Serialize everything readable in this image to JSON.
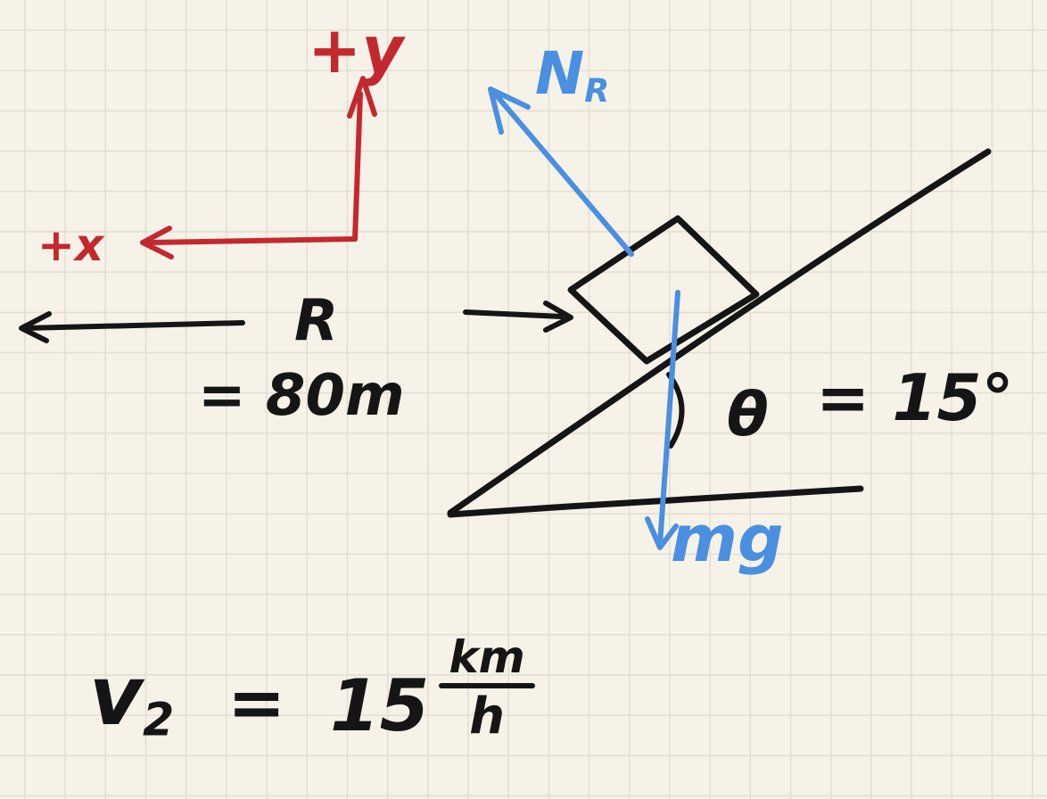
{
  "axes": {
    "y_label": "+y",
    "x_label": "+x",
    "color": "#c4282f"
  },
  "forces": {
    "normal_label": "N",
    "normal_subscript": "R",
    "weight_label": "mg",
    "color": "#4a8fe0"
  },
  "radius": {
    "label": "R",
    "value": "= 80m"
  },
  "angle": {
    "symbol": "θ",
    "value": "= 15°"
  },
  "speed": {
    "symbol": "v",
    "subscript": "2",
    "equals": "=",
    "value": "15",
    "unit_numerator": "km",
    "unit_denominator": "h"
  },
  "colors": {
    "ink": "#151515",
    "red": "#c4282f",
    "blue": "#4a8fe0",
    "paper": "#f6f2e8",
    "grid": "#e2ddd0"
  }
}
